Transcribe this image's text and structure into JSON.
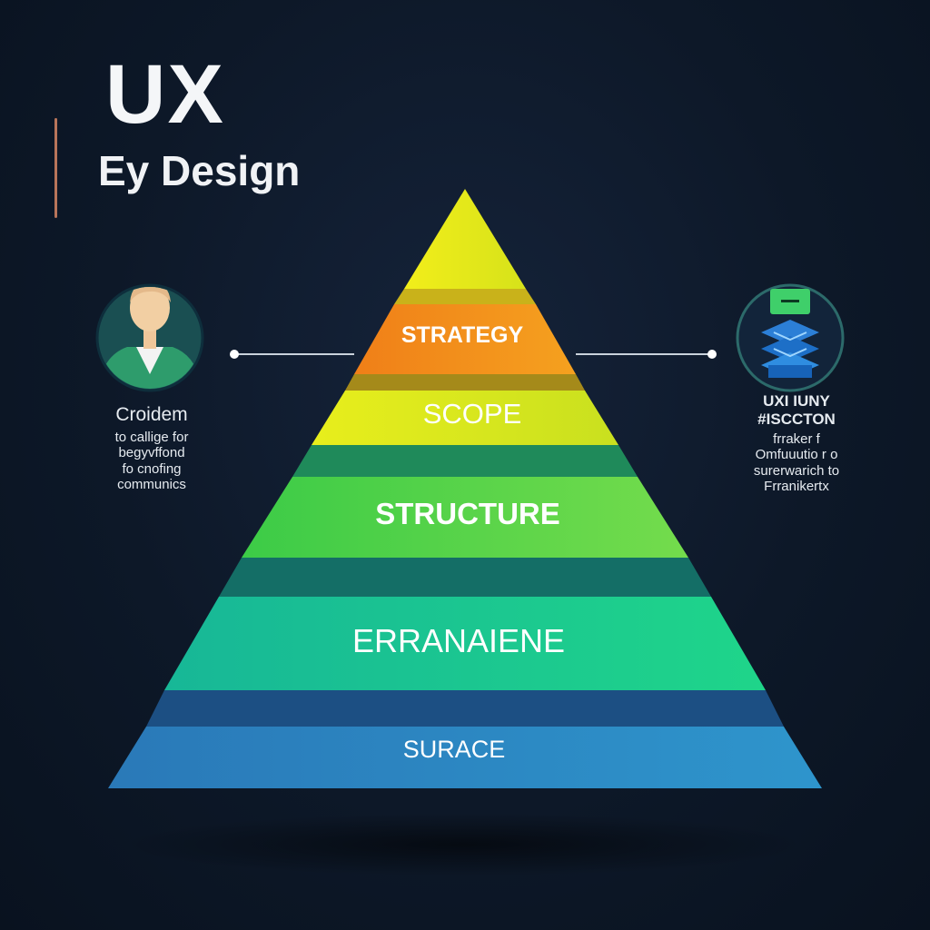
{
  "header": {
    "title": "UX",
    "subtitle": "Ey Design"
  },
  "pyramid": {
    "layers": [
      {
        "label": "STRATEGY",
        "color": "#f08c1e"
      },
      {
        "label": "SCOPE",
        "color": "#d9e81f"
      },
      {
        "label": "STRUCTURE",
        "color": "#4fcf4a"
      },
      {
        "label": "ERRANAIENE",
        "color": "#1cc08f"
      },
      {
        "label": "SURACE",
        "color": "#2b86c4"
      }
    ],
    "apex_color": "#e8ea1c"
  },
  "left_persona": {
    "icon": "person-avatar-icon",
    "title": "Croidem",
    "desc_lines": [
      "to callige for",
      "begyvffond",
      "fo   cnofing",
      "communics"
    ]
  },
  "right_persona": {
    "icon": "layered-stack-icon",
    "title_lines": [
      "UXI IUNY",
      "#ISCCTON"
    ],
    "desc_lines": [
      "frraker   f",
      "Omfuuutio r o",
      "surerwarich to",
      "Frranikertx"
    ]
  }
}
